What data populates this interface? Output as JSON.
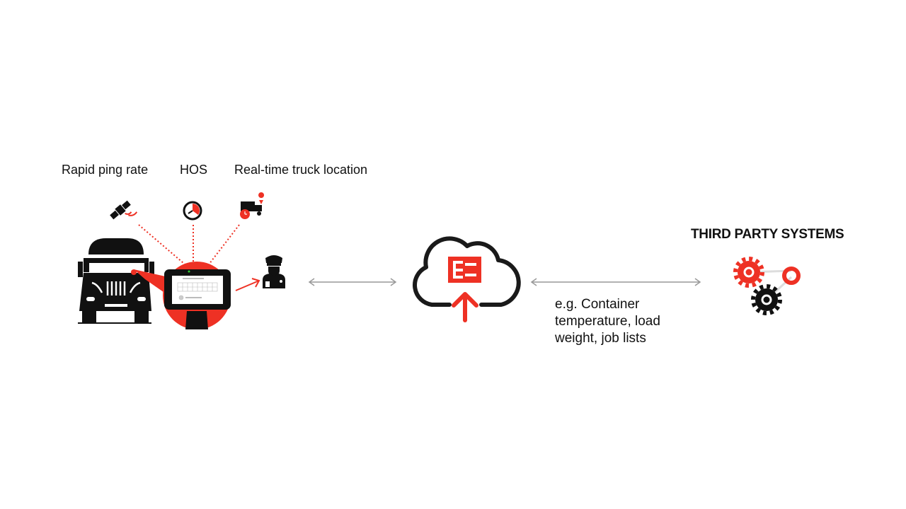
{
  "labels": {
    "ping": "Rapid ping rate",
    "hos": "HOS",
    "location": "Real-time truck location"
  },
  "note": {
    "line1": "e.g. Container",
    "line2": "temperature, load",
    "line3": "weight, job lists"
  },
  "third_party": {
    "title": "THIRD PARTY SYSTEMS"
  },
  "colors": {
    "accent": "#ee3124",
    "dark": "#111111",
    "connector": "#999999"
  }
}
